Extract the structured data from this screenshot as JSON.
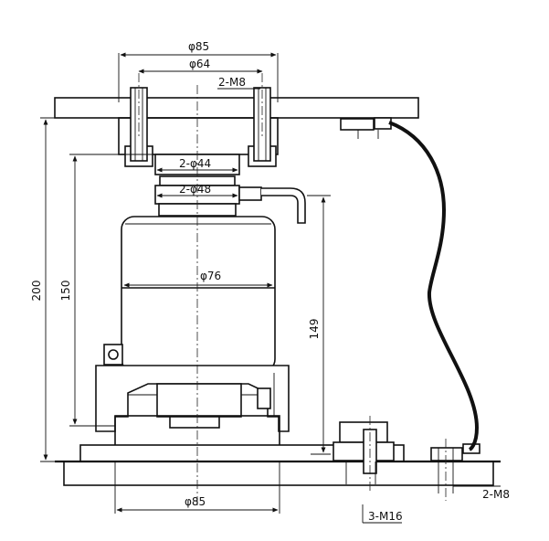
{
  "labels": {
    "phi85_top": "φ85",
    "phi64": "φ64",
    "m8_top": "2-M8",
    "phi44": "2-φ44",
    "phi48": "2-φ48",
    "phi76": "φ76",
    "dim200": "200",
    "dim150": "150",
    "dim149": "149",
    "phi85_bottom": "φ85",
    "m8_right": "2-M8",
    "m16": "3-M16"
  }
}
